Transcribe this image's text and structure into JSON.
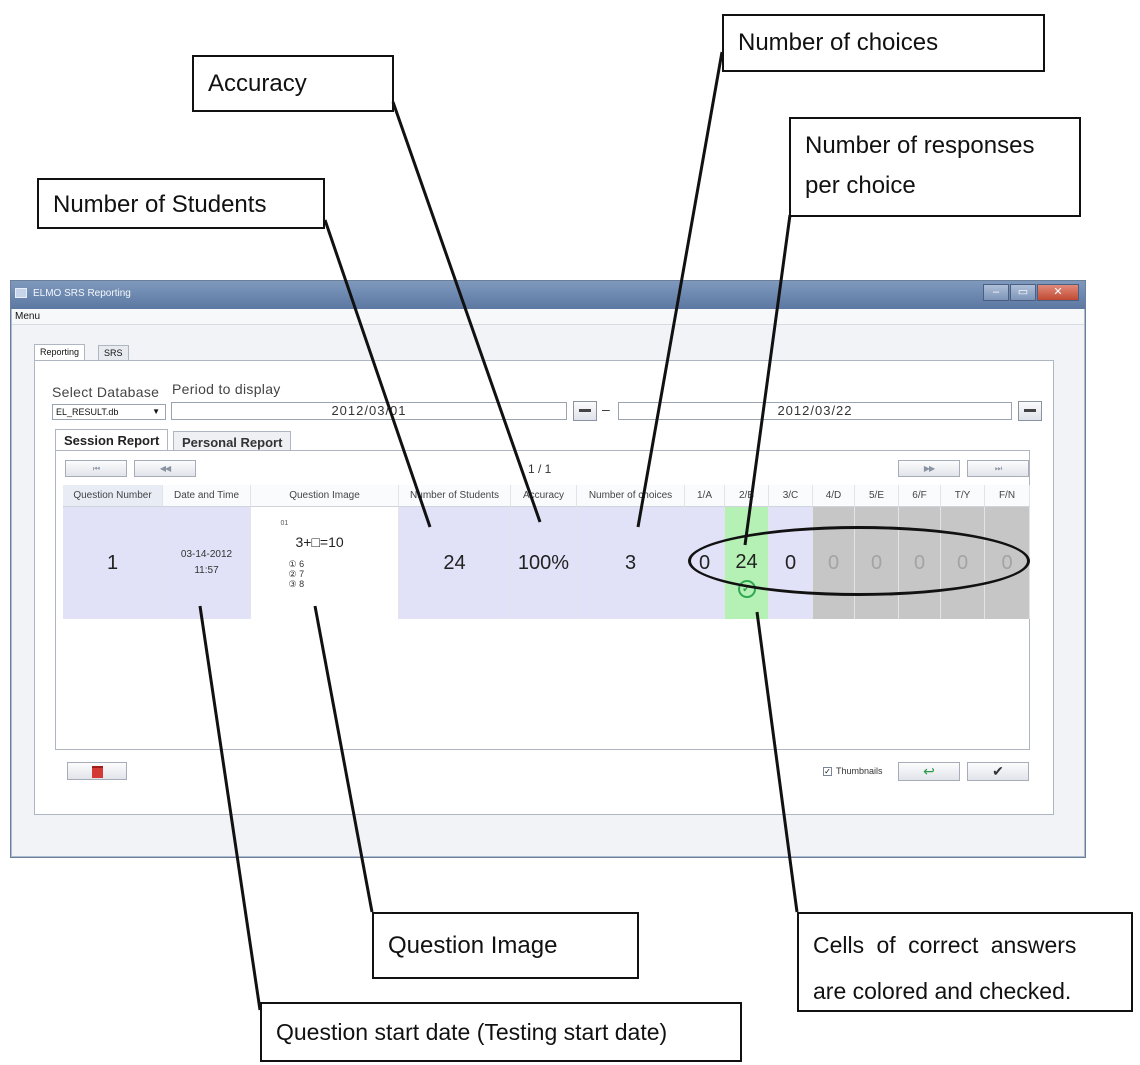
{
  "callouts": {
    "number_of_choices": "Number of choices",
    "accuracy": "Accuracy",
    "number_of_responses_line1": "Number of responses",
    "number_of_responses_line2": "per choice",
    "number_of_students": "Number of Students",
    "question_image": "Question Image",
    "correct_cells_line1": "Cells of correct answers",
    "correct_cells_line2": "are colored and checked.",
    "question_start": "Question start date (Testing start date)"
  },
  "window": {
    "title": "ELMO SRS Reporting",
    "menu": "Menu",
    "top_tabs": [
      "Reporting",
      "SRS"
    ],
    "select_database_label": "Select Database",
    "period_label": "Period to display",
    "database_value": "EL_RESULT.db",
    "date_from": "2012/03/01",
    "date_to": "2012/03/22",
    "date_separator": "–",
    "report_tabs": [
      "Session Report",
      "Personal Report"
    ],
    "pager": "1 / 1",
    "thumbnails_label": "Thumbnails",
    "accent_correct": "#b5f0b5",
    "accent_row": "#e1e1f7",
    "accent_disabled": "#c6c6c6"
  },
  "table": {
    "headers": [
      "Question Number",
      "Date and Time",
      "Question Image",
      "Number of Students",
      "Accuracy",
      "Number of choices",
      "1/A",
      "2/B",
      "3/C",
      "4/D",
      "5/E",
      "6/F",
      "T/Y",
      "F/N"
    ],
    "row": {
      "question_number": "1",
      "date": "03-14-2012",
      "time": "11:57",
      "image_number": "01",
      "image_equation": "3+□=10",
      "image_options": [
        "① 6",
        "② 7",
        "③ 8"
      ],
      "students": "24",
      "accuracy": "100%",
      "choices": "3",
      "responses": [
        "0",
        "24",
        "0",
        "0",
        "0",
        "0",
        "0",
        "0"
      ]
    }
  }
}
